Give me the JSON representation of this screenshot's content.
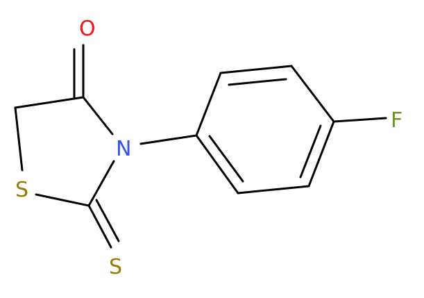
{
  "molecule": {
    "atoms": [
      {
        "id": "O1",
        "label": "O",
        "color": "#ff0d0d"
      },
      {
        "id": "N1",
        "label": "N",
        "color": "#3050f8"
      },
      {
        "id": "S1",
        "label": "S",
        "color": "#9a7d00"
      },
      {
        "id": "S2",
        "label": "S",
        "color": "#9a7d00"
      },
      {
        "id": "F1",
        "label": "F",
        "color": "#6a9a1f"
      }
    ],
    "bond_color": "#000000"
  }
}
